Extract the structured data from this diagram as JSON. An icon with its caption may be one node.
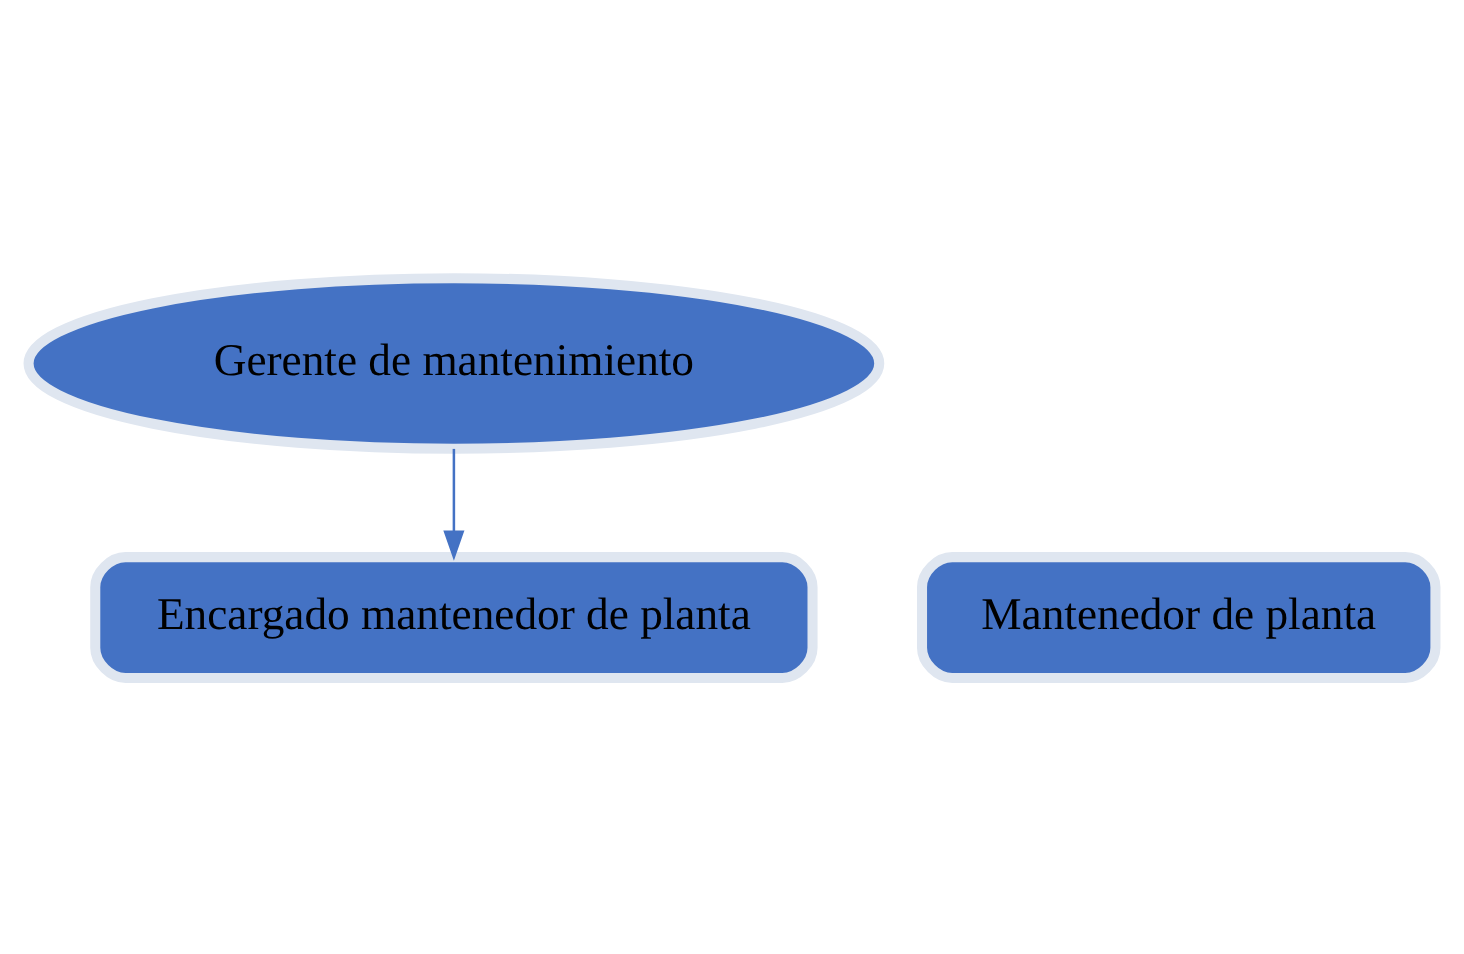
{
  "diagram": {
    "nodes": [
      {
        "text": [
          "Gerente de mantenimiento"
        ]
      },
      {
        "text": [
          "Encargado mantenedor de planta"
        ]
      },
      {
        "text": [
          "Mantenedor de planta"
        ]
      }
    ],
    "edges": [
      {
        "from": 0,
        "to": 1,
        "arrow": "to"
      }
    ]
  }
}
